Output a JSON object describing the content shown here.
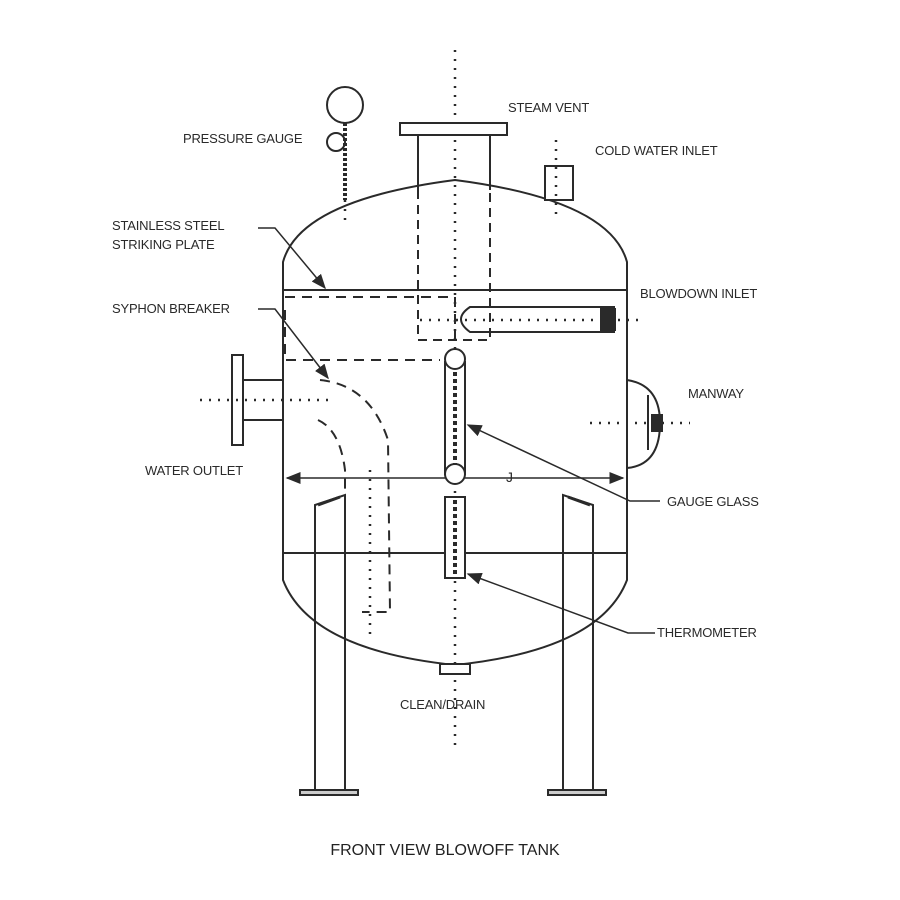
{
  "labels": {
    "pressure_gauge": "PRESSURE GAUGE",
    "steam_vent": "STEAM VENT",
    "cold_water_inlet": "COLD WATER INLET",
    "striking_plate_1": "STAINLESS STEEL",
    "striking_plate_2": "STRIKING PLATE",
    "blowdown_inlet": "BLOWDOWN INLET",
    "syphon_breaker": "SYPHON BREAKER",
    "manway": "MANWAY",
    "water_outlet": "WATER OUTLET",
    "gauge_glass": "GAUGE GLASS",
    "thermometer": "THERMOMETER",
    "clean_drain": "CLEAN/DRAIN",
    "dimension_j": "J"
  },
  "title": "FRONT VIEW BLOWOFF TANK",
  "colors": {
    "line": "#2a2a2a",
    "background": "#ffffff"
  }
}
